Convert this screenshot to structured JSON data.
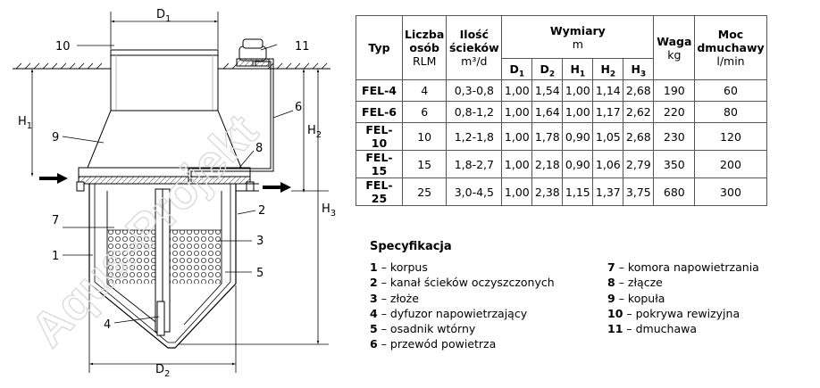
{
  "drawing": {
    "dim_labels": {
      "d1": "D",
      "d1_sub": "1",
      "d2": "D",
      "d2_sub": "2",
      "h1": "H",
      "h1_sub": "1",
      "h2": "H",
      "h2_sub": "2",
      "h3": "H",
      "h3_sub": "3"
    },
    "callouts": [
      "1",
      "2",
      "3",
      "4",
      "5",
      "6",
      "7",
      "8",
      "9",
      "10",
      "11"
    ],
    "watermark": "Aqua-Projekt"
  },
  "table": {
    "headers": {
      "typ": "Typ",
      "liczba_line1": "Liczba",
      "liczba_line2": "osób",
      "liczba_unit": "RLM",
      "ilosc_line1": "Ilość",
      "ilosc_line2": "ścieków",
      "ilosc_unit": "m³/d",
      "wymiary": "Wymiary",
      "wymiary_unit": "m",
      "waga": "Waga",
      "waga_unit": "kg",
      "moc_line1": "Moc",
      "moc_line2": "dmuchawy",
      "moc_unit": "l/min",
      "sub_cols": [
        {
          "base": "D",
          "sub": "1"
        },
        {
          "base": "D",
          "sub": "2"
        },
        {
          "base": "H",
          "sub": "1"
        },
        {
          "base": "H",
          "sub": "2"
        },
        {
          "base": "H",
          "sub": "3"
        }
      ]
    },
    "rows": [
      {
        "typ": "FEL-4",
        "rlm": "4",
        "scieki": "0,3-0,8",
        "d1": "1,00",
        "d2": "1,54",
        "h1": "1,00",
        "h2": "1,14",
        "h3": "2,68",
        "waga": "190",
        "moc": "60"
      },
      {
        "typ": "FEL-6",
        "rlm": "6",
        "scieki": "0,8-1,2",
        "d1": "1,00",
        "d2": "1,64",
        "h1": "1,00",
        "h2": "1,17",
        "h3": "2,62",
        "waga": "220",
        "moc": "80"
      },
      {
        "typ": "FEL-10",
        "rlm": "10",
        "scieki": "1,2-1,8",
        "d1": "1,00",
        "d2": "1,78",
        "h1": "0,90",
        "h2": "1,05",
        "h3": "2,68",
        "waga": "230",
        "moc": "120"
      },
      {
        "typ": "FEL-15",
        "rlm": "15",
        "scieki": "1,8-2,7",
        "d1": "1,00",
        "d2": "2,18",
        "h1": "0,90",
        "h2": "1,06",
        "h3": "2,79",
        "waga": "350",
        "moc": "200"
      },
      {
        "typ": "FEL-25",
        "rlm": "25",
        "scieki": "3,0-4,5",
        "d1": "1,00",
        "d2": "2,38",
        "h1": "1,15",
        "h2": "1,37",
        "h3": "3,75",
        "waga": "680",
        "moc": "300"
      }
    ]
  },
  "spec": {
    "title": "Specyfikacja",
    "left": [
      {
        "num": "1",
        "text": "korpus"
      },
      {
        "num": "2",
        "text": "kanał ścieków oczyszczonych"
      },
      {
        "num": "3",
        "text": "złoże"
      },
      {
        "num": "4",
        "text": "dyfuzor napowietrzający"
      },
      {
        "num": "5",
        "text": "osadnik wtórny"
      },
      {
        "num": "6",
        "text": "przewód powietrza"
      }
    ],
    "right": [
      {
        "num": "7",
        "text": "komora napowietrzania"
      },
      {
        "num": "8",
        "text": "złącze"
      },
      {
        "num": "9",
        "text": "kopuła"
      },
      {
        "num": "10",
        "text": "pokrywa rewizyjna"
      },
      {
        "num": "11",
        "text": "dmuchawa"
      }
    ],
    "dash": "–"
  }
}
